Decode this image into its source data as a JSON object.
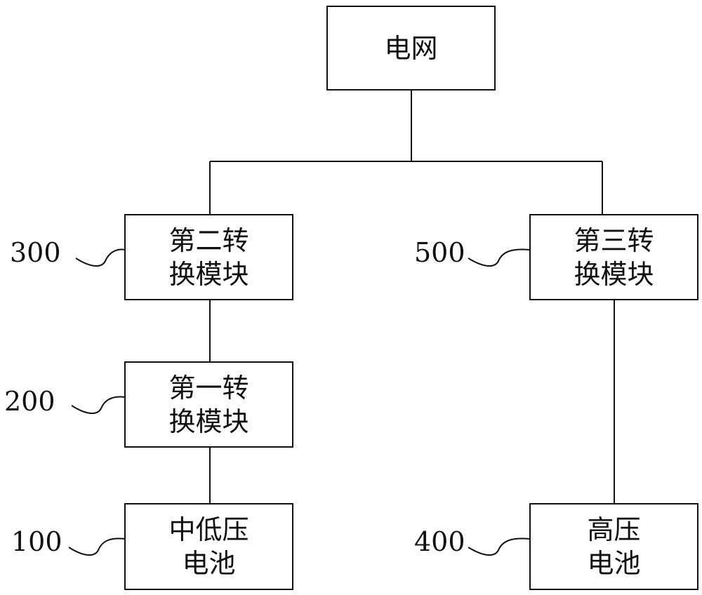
{
  "nodes": {
    "grid": {
      "lines": [
        "电网"
      ]
    },
    "conv2": {
      "lines": [
        "第二转",
        "换模块"
      ],
      "ref": "300"
    },
    "conv3": {
      "lines": [
        "第三转",
        "换模块"
      ],
      "ref": "500"
    },
    "conv1": {
      "lines": [
        "第一转",
        "换模块"
      ],
      "ref": "200"
    },
    "mlv_battery": {
      "lines": [
        "中低压",
        "电池"
      ],
      "ref": "100"
    },
    "hv_battery": {
      "lines": [
        "高压",
        "电池"
      ],
      "ref": "400"
    }
  }
}
